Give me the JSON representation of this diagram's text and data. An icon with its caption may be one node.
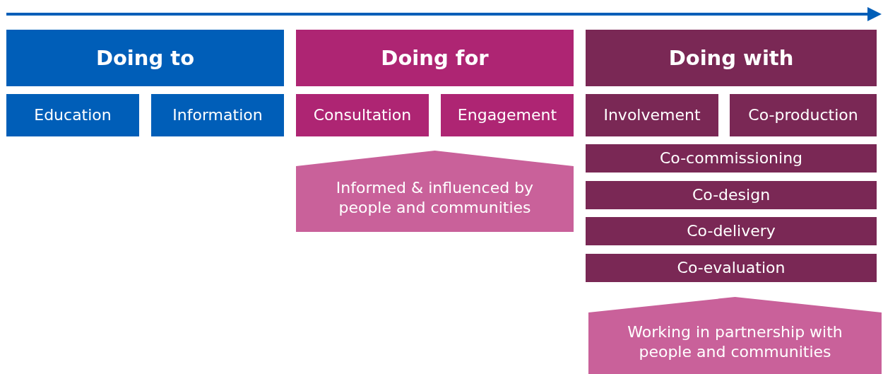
{
  "diagram": {
    "nodes": [
      {
        "text": [
          "Doing to"
        ]
      },
      {
        "text": [
          "Education"
        ]
      },
      {
        "text": [
          "Information"
        ]
      },
      {
        "text": [
          "Doing for"
        ]
      },
      {
        "text": [
          "Consultation"
        ]
      },
      {
        "text": [
          "Engagement"
        ]
      },
      {
        "text": [
          "Informed & influenced by people and communities"
        ]
      },
      {
        "text": [
          "Doing with"
        ]
      },
      {
        "text": [
          "Involvement"
        ]
      },
      {
        "text": [
          "Co-production"
        ]
      },
      {
        "text": [
          "Co-commissioning"
        ]
      },
      {
        "text": [
          "Co-design"
        ]
      },
      {
        "text": [
          "Co-delivery"
        ]
      },
      {
        "text": [
          "Co-evaluation"
        ]
      },
      {
        "text": [
          "Working in partnership with people and communities"
        ]
      }
    ]
  }
}
